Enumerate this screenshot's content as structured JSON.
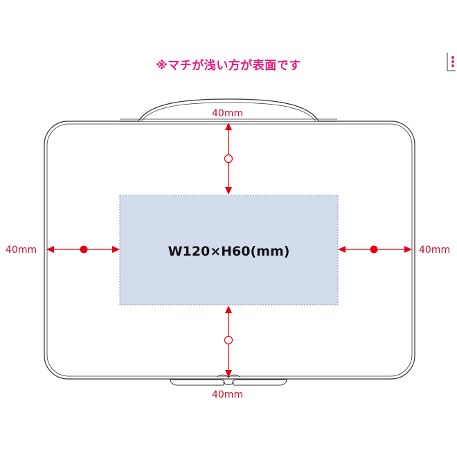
{
  "note": "※マチが浅い方が表面です",
  "print_area": {
    "label": "W120×H60(mm)"
  },
  "dimensions": {
    "top": "40mm",
    "bottom": "40mm",
    "left": "40mm",
    "right": "40mm"
  },
  "colors": {
    "note": "#e6197f",
    "arrow": "#e60012",
    "outline": "#333333",
    "print_area_fill": "#d3dcec",
    "print_area_border": "#8a97ad",
    "label": "#c8102e"
  }
}
